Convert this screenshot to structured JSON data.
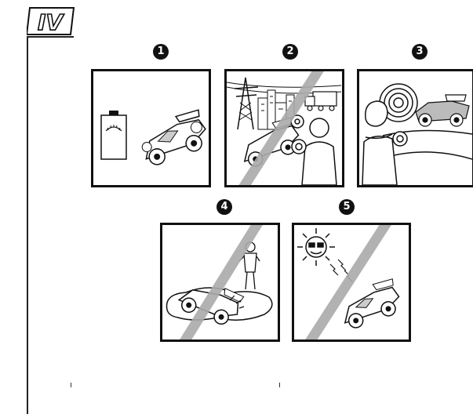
{
  "section": {
    "label": "IV"
  },
  "steps": [
    {
      "number": "1"
    },
    {
      "number": "2"
    },
    {
      "number": "3"
    },
    {
      "number": "4"
    },
    {
      "number": "5"
    }
  ]
}
